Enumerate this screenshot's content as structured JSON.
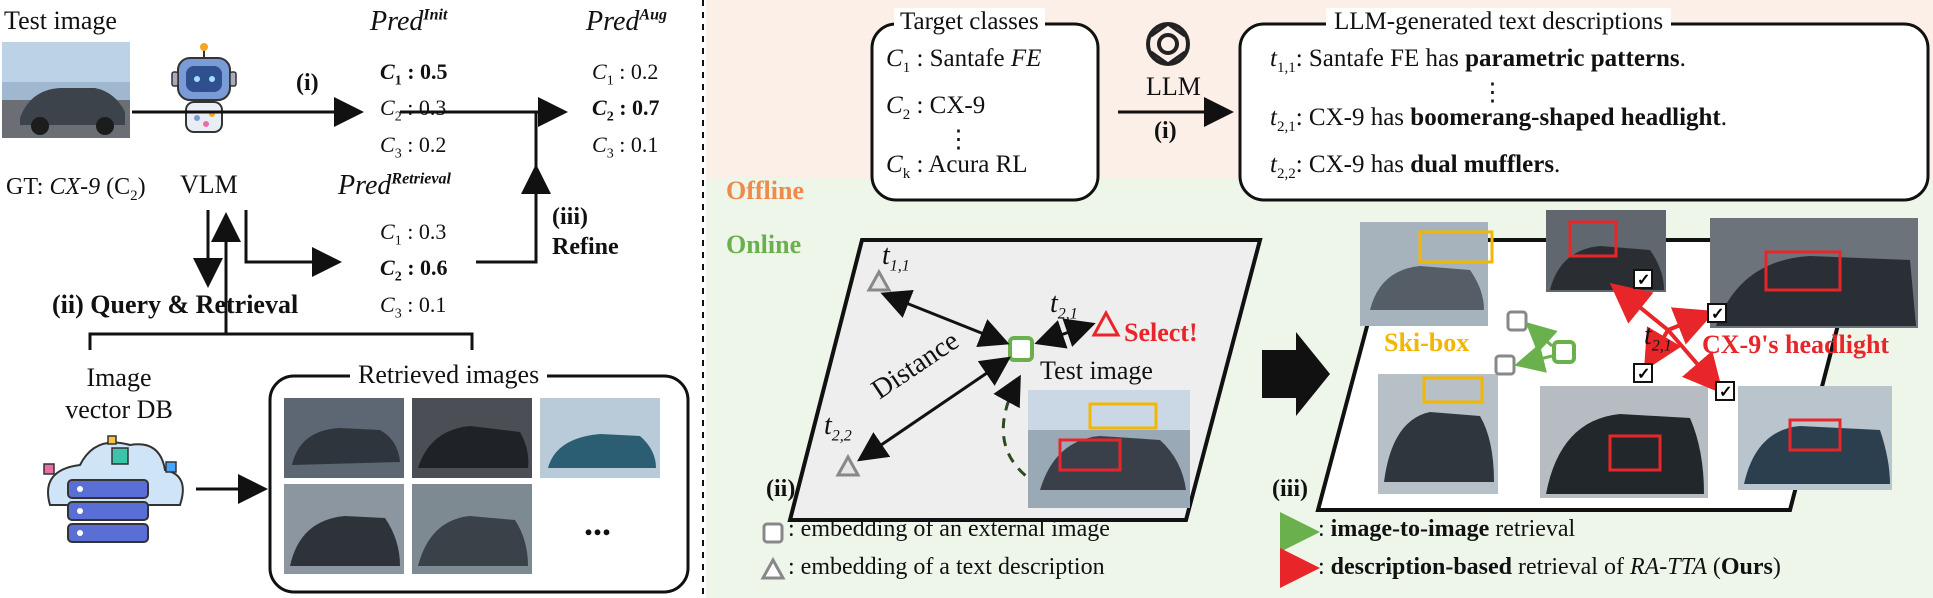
{
  "left": {
    "test_image_label": "Test image",
    "gt_prefix": "GT: ",
    "gt_class": "CX-9",
    "gt_suffix": " (C",
    "gt_sub": "2",
    "gt_close": ")",
    "vlm_label": "VLM",
    "step_i": "(i)",
    "pred_init": {
      "name": "Pred",
      "sup": "Init",
      "rows": [
        {
          "c": "C",
          "s": "1",
          "v": "0.5",
          "bold": true
        },
        {
          "c": "C",
          "s": "2",
          "v": "0.3",
          "bold": false
        },
        {
          "c": "C",
          "s": "3",
          "v": "0.2",
          "bold": false
        }
      ]
    },
    "pred_aug": {
      "name": "Pred",
      "sup": "Aug",
      "rows": [
        {
          "c": "C",
          "s": "1",
          "v": "0.2",
          "bold": false
        },
        {
          "c": "C",
          "s": "2",
          "v": "0.7",
          "bold": true
        },
        {
          "c": "C",
          "s": "3",
          "v": "0.1",
          "bold": false
        }
      ]
    },
    "pred_retrieval": {
      "name": "Pred",
      "sup": "Retrieval",
      "rows": [
        {
          "c": "C",
          "s": "1",
          "v": "0.3",
          "bold": false
        },
        {
          "c": "C",
          "s": "2",
          "v": "0.6",
          "bold": true
        },
        {
          "c": "C",
          "s": "3",
          "v": "0.1",
          "bold": false
        }
      ]
    },
    "step_iii": "(iii)",
    "refine": "Refine",
    "query_retrieval": "(ii) Query & Retrieval",
    "db_label_1": "Image",
    "db_label_2": "vector DB",
    "retrieved_title": "Retrieved images",
    "ellipsis": "..."
  },
  "offline": {
    "label": "Offline",
    "target_title": "Target classes",
    "classes": [
      {
        "c": "C",
        "s": "1",
        "name": "Santafe ",
        "italic": "FE"
      },
      {
        "c": "C",
        "s": "2",
        "name": "CX-9",
        "italic": ""
      },
      {
        "c": "C",
        "s": "k",
        "name": "Acura RL",
        "italic": ""
      }
    ],
    "llm_label": "LLM",
    "step_i": "(i)",
    "desc_title": "LLM-generated text descriptions",
    "descriptions": [
      {
        "t": "t",
        "s": "1,1",
        "plain": "Santafe FE has ",
        "bold": "parametric patterns",
        "end": "."
      },
      {
        "t": "t",
        "s": "2,1",
        "plain": "CX-9 has ",
        "bold": "boomerang-shaped headlight",
        "end": "."
      },
      {
        "t": "t",
        "s": "2,2",
        "plain": "CX-9 has ",
        "bold": "dual mufflers",
        "end": "."
      }
    ]
  },
  "online": {
    "label": "Online",
    "t11": "t",
    "t11s": "1,1",
    "t21": "t",
    "t21s": "2,1",
    "t22": "t",
    "t22s": "2,2",
    "select": "Select!",
    "distance": "Distance",
    "test_image": "Test image",
    "step_ii": "(ii)",
    "step_iii": "(iii)",
    "skibox": "Ski-box",
    "headlight": "CX-9's headlight",
    "legend": [
      {
        "text": "embedding of an external image"
      },
      {
        "text": "embedding of a text description"
      }
    ],
    "legend_right_1_bold": "image-to-image",
    "legend_right_1_rest": " retrieval",
    "legend_right_2_bold": "description-based",
    "legend_right_2_rest": " retrieval of ",
    "legend_right_2_it": "RA-TTA",
    "legend_right_2_ours": "Ours"
  },
  "colors": {
    "offline_bg": "#fbefe8",
    "online_bg": "#eef6ea",
    "offline_label": "#f08a4b",
    "online_label": "#6ab04c",
    "red": "#e8262a",
    "green": "#6ab04c",
    "orange": "#f2b705"
  }
}
